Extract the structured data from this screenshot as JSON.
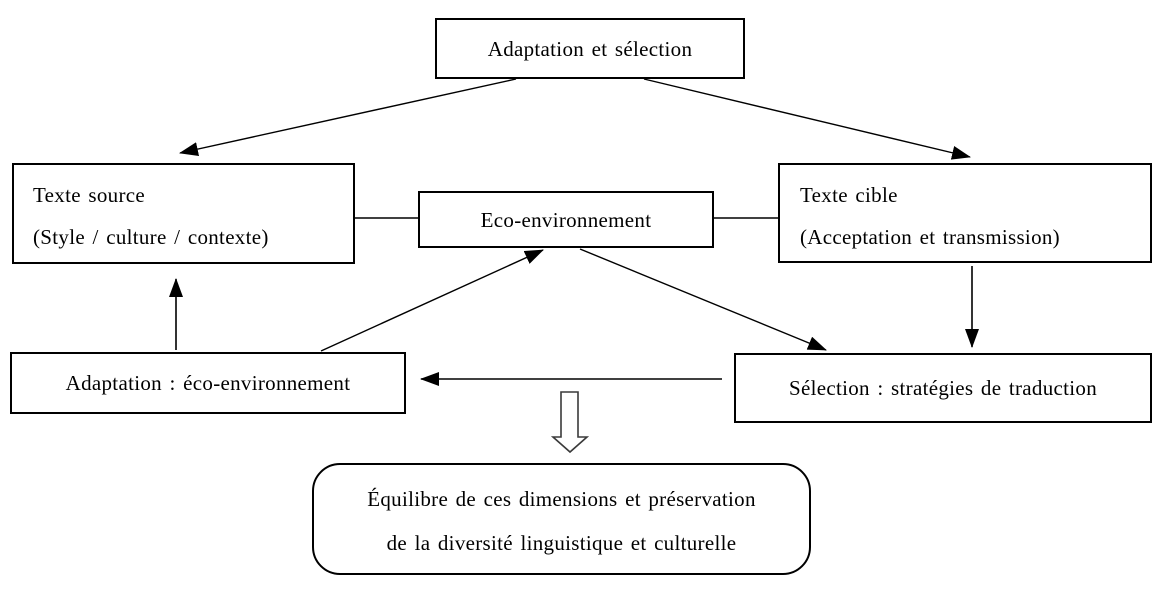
{
  "diagram": {
    "title": "Adaptation et selection diagram",
    "colors": {
      "line": "#000000",
      "box_border": "#000000",
      "background": "#ffffff",
      "text": "#000000",
      "block_arrow_outline": "#3a3a3a",
      "block_arrow_fill": "#ffffff"
    },
    "nodes": {
      "top": {
        "label": "Adaptation et sélection"
      },
      "source": {
        "line1": "Texte source",
        "line2": "(Style / culture / contexte)"
      },
      "eco": {
        "label": "Eco-environnement"
      },
      "cible": {
        "line1": "Texte cible",
        "line2": "(Acceptation et transmission)"
      },
      "adaptation": {
        "label": "Adaptation : éco-environnement"
      },
      "selection": {
        "label": "Sélection : stratégies de traduction"
      },
      "equilibre": {
        "line1": "Équilibre de ces dimensions et préservation",
        "line2": "de la diversité linguistique et culturelle"
      }
    },
    "edges": [
      {
        "from": "top",
        "to": "source",
        "style": "arrow"
      },
      {
        "from": "top",
        "to": "cible",
        "style": "arrow"
      },
      {
        "from": "source",
        "to": "eco",
        "style": "plain-line"
      },
      {
        "from": "eco",
        "to": "cible",
        "style": "plain-line"
      },
      {
        "from": "adaptation",
        "to": "eco",
        "style": "arrow"
      },
      {
        "from": "eco",
        "to": "selection",
        "style": "arrow"
      },
      {
        "from": "adaptation",
        "to": "source",
        "style": "arrow"
      },
      {
        "from": "cible",
        "to": "selection",
        "style": "arrow"
      },
      {
        "from": "selection",
        "to": "adaptation",
        "style": "arrow"
      },
      {
        "from": "center",
        "to": "equilibre",
        "style": "hollow-block-arrow"
      }
    ]
  }
}
